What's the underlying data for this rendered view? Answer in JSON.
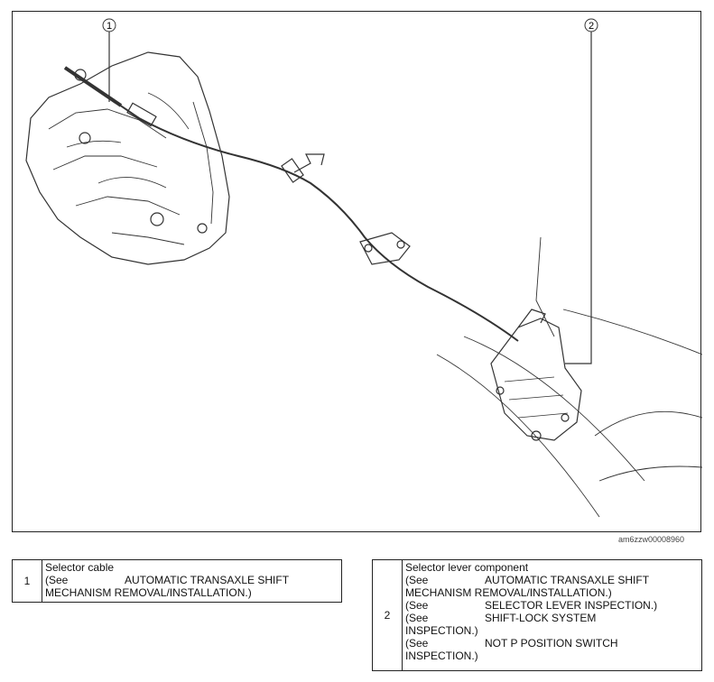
{
  "callouts": [
    "1",
    "2"
  ],
  "figure_id": "am6zzw00008960",
  "legend": [
    {
      "number": "1",
      "title": "Selector cable",
      "references": [
        {
          "see": "(See",
          "text": "AUTOMATIC TRANSAXLE SHIFT",
          "cont": "MECHANISM REMOVAL/INSTALLATION.)"
        }
      ]
    },
    {
      "number": "2",
      "title": "Selector lever component",
      "references": [
        {
          "see": "(See",
          "text": "AUTOMATIC TRANSAXLE SHIFT",
          "cont": "MECHANISM REMOVAL/INSTALLATION.)"
        },
        {
          "see": "(See",
          "text": "SELECTOR LEVER INSPECTION.)",
          "cont": ""
        },
        {
          "see": "(See",
          "text": "SHIFT-LOCK SYSTEM",
          "cont": "INSPECTION.)"
        },
        {
          "see": "(See",
          "text": "NOT P POSITION SWITCH",
          "cont": "INSPECTION.)"
        }
      ]
    }
  ]
}
